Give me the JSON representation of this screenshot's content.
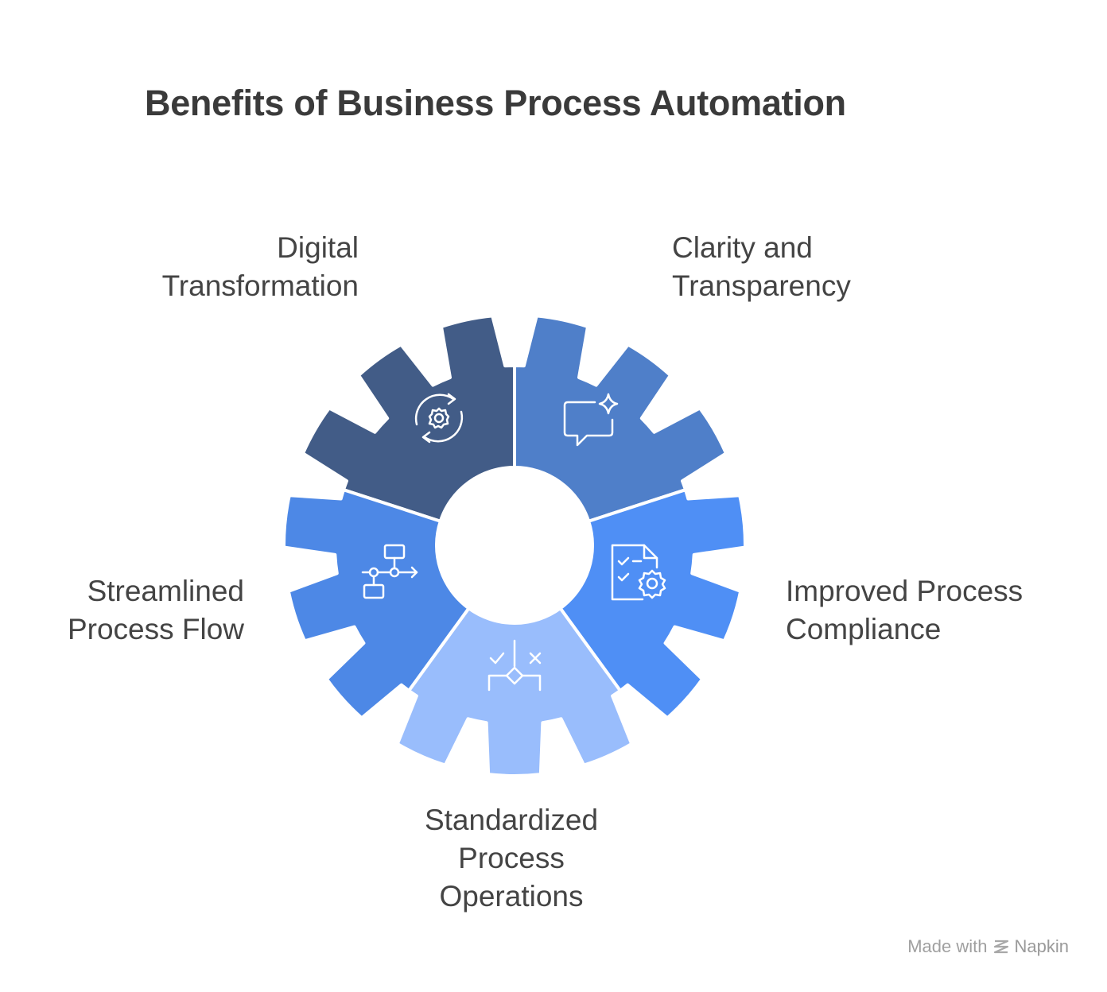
{
  "title": "Benefits of Business Process Automation",
  "segments": [
    {
      "id": "digital",
      "label_lines": [
        "Digital",
        "Transformation"
      ],
      "color": "#425c87",
      "icon": "refresh-gear-icon"
    },
    {
      "id": "clarity",
      "label_lines": [
        "Clarity and",
        "Transparency"
      ],
      "color": "#4f7fc9",
      "icon": "chat-sparkle-icon"
    },
    {
      "id": "improved",
      "label_lines": [
        "Improved Process",
        "Compliance"
      ],
      "color": "#4f8ff5",
      "icon": "checklist-gear-icon"
    },
    {
      "id": "standardized",
      "label_lines": [
        "Standardized",
        "Process",
        "Operations"
      ],
      "color": "#99bdfc",
      "icon": "decision-split-icon"
    },
    {
      "id": "streamlined",
      "label_lines": [
        "Streamlined",
        "Process Flow"
      ],
      "color": "#4d88e6",
      "icon": "flowchart-icon"
    }
  ],
  "footer": {
    "made_with": "Made with",
    "brand": "Napkin"
  }
}
